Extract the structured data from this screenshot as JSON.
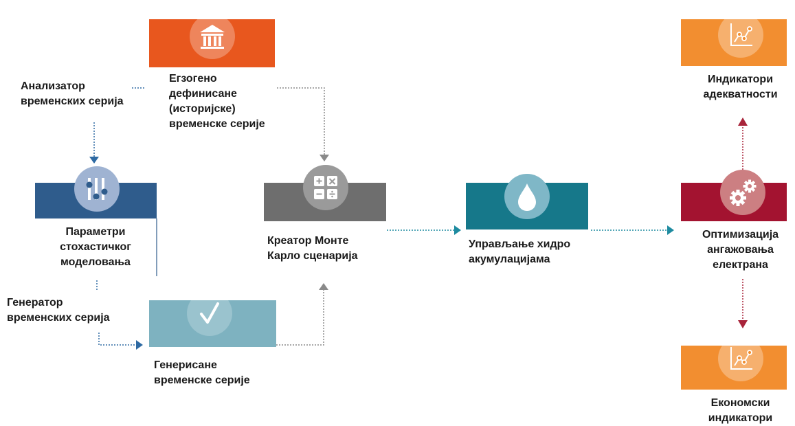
{
  "colors": {
    "orange": "#e8571e",
    "orange_light": "#f28e30",
    "navy": "#2f5c8c",
    "gray": "#6e6e6e",
    "teal": "#16788a",
    "slate_teal": "#7eb2c0",
    "crimson": "#a31330",
    "connector_blue": "#2e6aa3",
    "connector_gray": "#8a8a8a",
    "connector_teal": "#1e8ba0",
    "connector_red": "#a8243a"
  },
  "nodes": {
    "exogenous": {
      "label": "Егзогено\nдефинисане\n(историјске)\nвременске серије",
      "icon": "bank-icon"
    },
    "analyzer": {
      "label": "Анализатор\nвременских серија"
    },
    "parameters": {
      "label": "Параметри\nстохастичког\nмоделовања",
      "icon": "parameters-icon"
    },
    "generator": {
      "label": "Генератор\nвременских серија"
    },
    "generated": {
      "label": "Генерисане\nвременске серије",
      "icon": "checkmark-icon"
    },
    "monte_carlo": {
      "label": "Креатор Монте\nКарло сценарија",
      "icon": "calculator-icon"
    },
    "hydro": {
      "label": "Управљање хидро\nакумулацијама",
      "icon": "water-drop-icon"
    },
    "optimization": {
      "label": "Оптимизација\nангажовања\nелектрана",
      "icon": "gears-icon"
    },
    "adequacy": {
      "label": "Индикатори\nадекватности",
      "icon": "line-chart-icon"
    },
    "economic": {
      "label": "Економски\nиндикатори",
      "icon": "line-chart-icon"
    }
  }
}
